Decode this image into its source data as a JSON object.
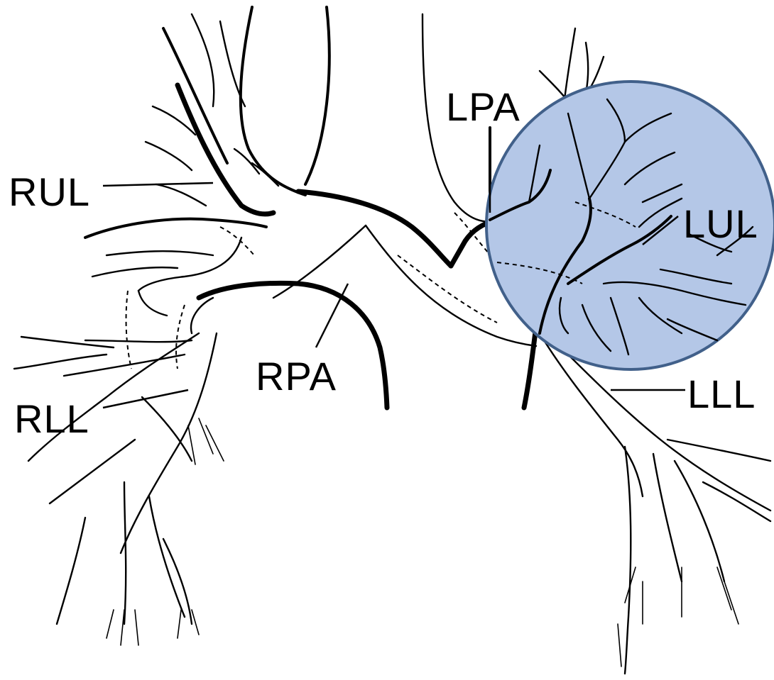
{
  "labels": {
    "rul": "RUL",
    "lpa": "LPA",
    "lul": "LUL",
    "rpa": "RPA",
    "rll": "RLL",
    "lll": "LLL"
  },
  "highlight": {
    "fill": "#b4c7e7",
    "stroke": "#41608a",
    "target": "LUL"
  },
  "colors": {
    "ink": "#000000",
    "background": "#ffffff"
  }
}
